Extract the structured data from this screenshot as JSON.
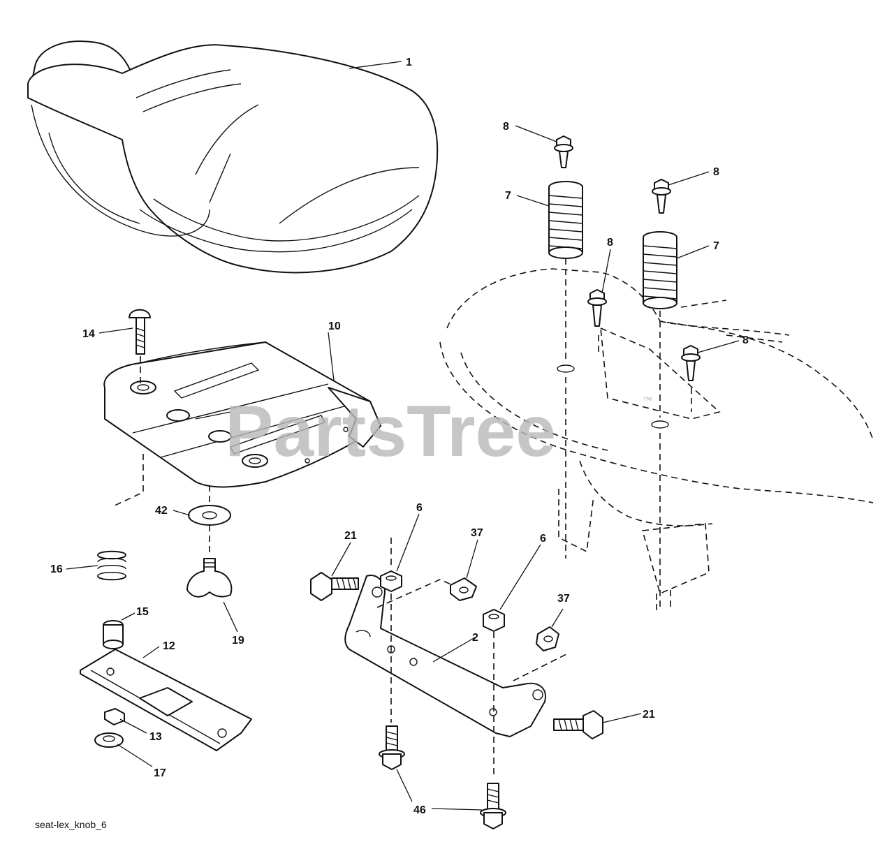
{
  "watermark": {
    "text": "PartsTree",
    "trademark": "™"
  },
  "caption": "seat-lex_knob_6",
  "callouts": [
    {
      "id": "1",
      "label": "1"
    },
    {
      "id": "2",
      "label": "2"
    },
    {
      "id": "6a",
      "label": "6"
    },
    {
      "id": "6b",
      "label": "6"
    },
    {
      "id": "7a",
      "label": "7"
    },
    {
      "id": "7b",
      "label": "7"
    },
    {
      "id": "8a",
      "label": "8"
    },
    {
      "id": "8b",
      "label": "8"
    },
    {
      "id": "8c",
      "label": "8"
    },
    {
      "id": "8d",
      "label": "8"
    },
    {
      "id": "10",
      "label": "10"
    },
    {
      "id": "12",
      "label": "12"
    },
    {
      "id": "13",
      "label": "13"
    },
    {
      "id": "14",
      "label": "14"
    },
    {
      "id": "15",
      "label": "15"
    },
    {
      "id": "16",
      "label": "16"
    },
    {
      "id": "17",
      "label": "17"
    },
    {
      "id": "19",
      "label": "19"
    },
    {
      "id": "21a",
      "label": "21"
    },
    {
      "id": "21b",
      "label": "21"
    },
    {
      "id": "37a",
      "label": "37"
    },
    {
      "id": "37b",
      "label": "37"
    },
    {
      "id": "42",
      "label": "42"
    },
    {
      "id": "46",
      "label": "46"
    }
  ]
}
